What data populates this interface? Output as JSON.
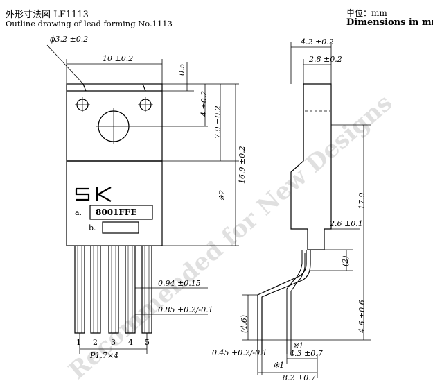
{
  "header": {
    "title_jp": "外形寸法図 LF1113",
    "title_en": "Outline drawing of lead forming No.1113",
    "unit_jp": "単位：mm",
    "unit_en": "Dimensions in mm"
  },
  "watermark": "Recommended for New Designs",
  "front_view": {
    "logo": "SK",
    "marking_a_label": "a.",
    "marking_a_value": "8001FFE",
    "marking_b_label": "b.",
    "pin_numbers": [
      "1",
      "2",
      "3",
      "4",
      "5"
    ],
    "dims": {
      "hole_dia": "ϕ3.2 ±0.2",
      "width": "10 ±0.2",
      "top_step": "0.5",
      "hole_to_top": "4 ±0.2",
      "hole_center": "7.9 ±0.2",
      "body_height": "16.9 ±0.2",
      "note_x2": "※2",
      "pin_width": "0.94 ±0.15",
      "pin_thick": "0.85 +0.2/-0.1",
      "pin_pitch": "P1.7×4"
    }
  },
  "side_view": {
    "dims": {
      "total_thick": "4.2 ±0.2",
      "tab_thick": "2.8 ±0.2",
      "body_total": "17.9",
      "lead_offset": "2.6 ±0.1",
      "bend_len": "(2)",
      "lead_len": "4.6 ±0.6",
      "lead_len_ref": "(4.6)",
      "lead_thick": "0.45 +0.2/-0.1",
      "spread": "4.3 ±0.7",
      "total_spread": "8.2 ±0.7",
      "note_x1a": "※1",
      "note_x1b": "※1"
    }
  }
}
